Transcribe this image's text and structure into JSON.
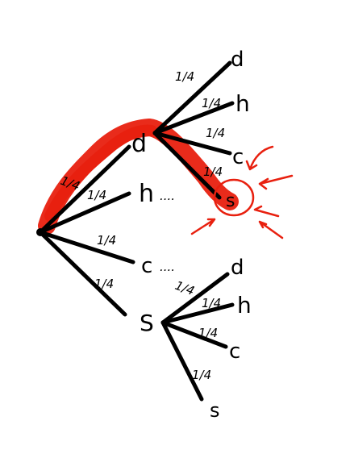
{
  "diagram": {
    "root_children": [
      {
        "id": "d",
        "label": "d",
        "prob": "1/4"
      },
      {
        "id": "h",
        "label": "h",
        "prob": "1/4",
        "continuation": "...."
      },
      {
        "id": "c",
        "label": "c",
        "prob": "1/4",
        "continuation": "...."
      },
      {
        "id": "s",
        "label": "S",
        "prob": "1/4"
      }
    ],
    "d_children": [
      {
        "label": "d",
        "prob": "1/4"
      },
      {
        "label": "h",
        "prob": "1/4"
      },
      {
        "label": "c",
        "prob": "1/4"
      },
      {
        "label": "s",
        "prob": "1/4"
      }
    ],
    "s_children": [
      {
        "label": "d",
        "prob": "1/4"
      },
      {
        "label": "h",
        "prob": "1/4"
      },
      {
        "label": "c",
        "prob": "1/4"
      },
      {
        "label": "s",
        "prob": "1/4"
      }
    ],
    "highlight_color": "#e8200f",
    "ink_color": "#000000"
  }
}
